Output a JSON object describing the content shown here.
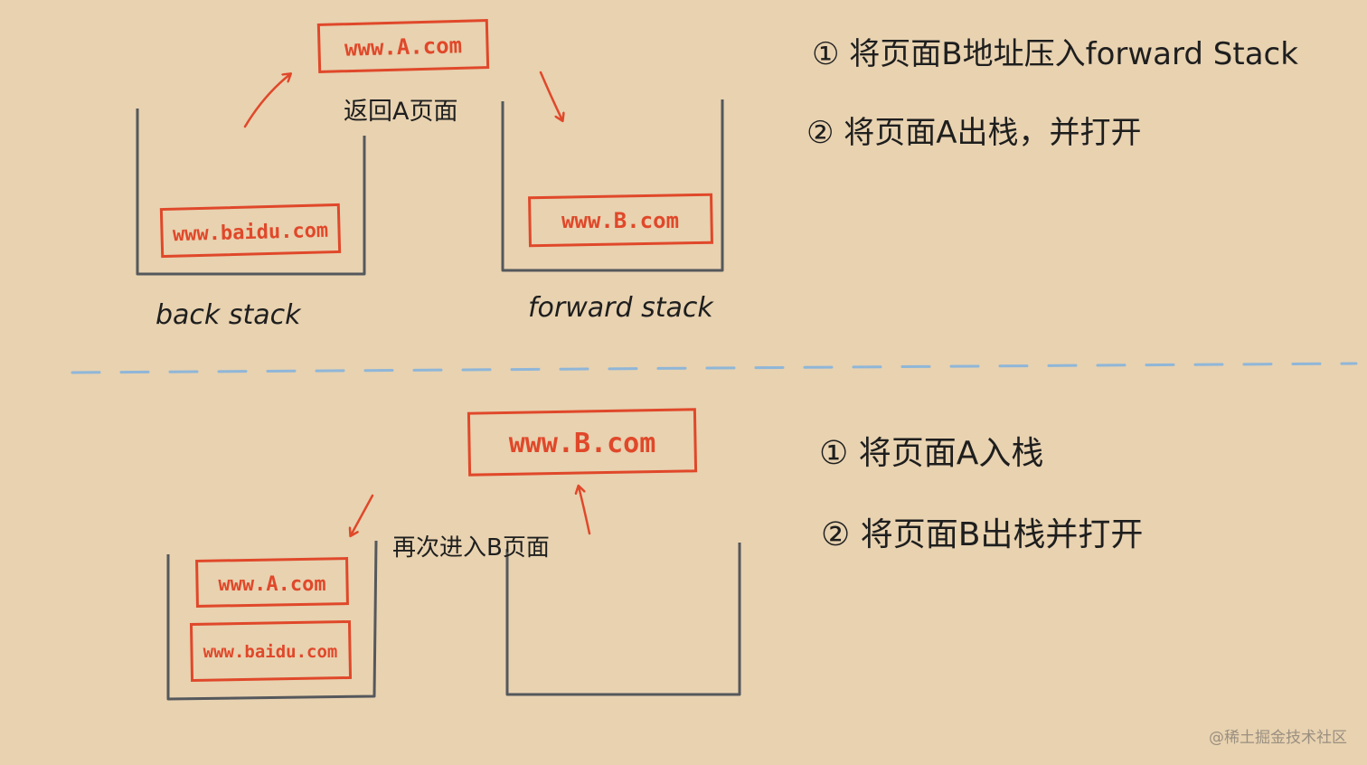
{
  "colors": {
    "background": "#e8d2b0",
    "stack": "#55585c",
    "url_box": "#e0482a",
    "ink": "#1e1e1e",
    "divider": "#8fb6d8"
  },
  "top": {
    "popped_url": "www.A.com",
    "back_label": "返回A页面",
    "back_stack": {
      "label": "back stack",
      "items": [
        "www.baidu.com"
      ]
    },
    "forward_stack": {
      "label": "forward stack",
      "items": [
        "www.B.com"
      ]
    },
    "steps": [
      "① 将页面B地址压入forward Stack",
      "② 将页面A出栈，并打开"
    ]
  },
  "bottom": {
    "popped_url": "www.B.com",
    "forward_label": "再次进入B页面",
    "back_stack": {
      "items": [
        "www.A.com",
        "www.baidu.com"
      ]
    },
    "forward_stack": {
      "items": []
    },
    "steps": [
      "① 将页面A入栈",
      "② 将页面B出栈并打开"
    ]
  },
  "watermark": "@稀土掘金技术社区"
}
